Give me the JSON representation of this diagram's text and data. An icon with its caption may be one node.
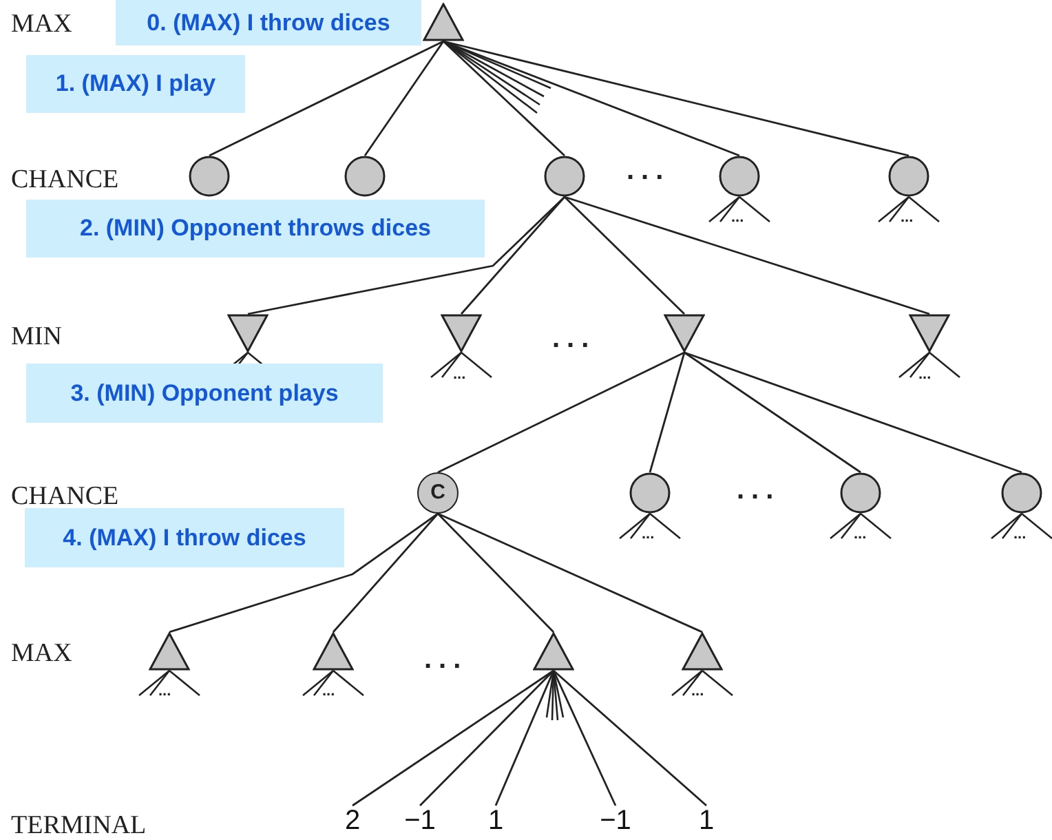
{
  "diagram": {
    "nodes": [
      {
        "text": [
          "0. (MAX) I throw dices"
        ]
      },
      {
        "text": [],
        "shape": "triangle"
      },
      {
        "text": [
          "1. (MAX) I play"
        ]
      },
      {
        "text": [],
        "shape": "circle"
      },
      {
        "text": [],
        "shape": "circle"
      },
      {
        "text": [],
        "shape": "circle"
      },
      {
        "text": [],
        "shape": "circle"
      },
      {
        "text": [],
        "shape": "circle"
      },
      {
        "text": [
          "2. (MIN) Opponent throws dices"
        ]
      },
      {
        "text": [],
        "shape": "inverted-triangle"
      },
      {
        "text": [],
        "shape": "inverted-triangle"
      },
      {
        "text": [],
        "shape": "inverted-triangle"
      },
      {
        "text": [],
        "shape": "inverted-triangle"
      },
      {
        "text": [
          "3. (MIN) Opponent plays"
        ]
      },
      {
        "text": [
          "C"
        ]
      },
      {
        "text": [],
        "shape": "circle"
      },
      {
        "text": [],
        "shape": "circle"
      },
      {
        "text": [],
        "shape": "circle"
      },
      {
        "text": [
          "4. (MAX) I throw dices"
        ]
      },
      {
        "text": [],
        "shape": "triangle"
      },
      {
        "text": [],
        "shape": "triangle"
      },
      {
        "text": [],
        "shape": "triangle"
      },
      {
        "text": [],
        "shape": "triangle"
      },
      {
        "text": [
          "2"
        ]
      },
      {
        "text": [
          "−1"
        ]
      },
      {
        "text": [
          "1"
        ]
      },
      {
        "text": [
          "−1"
        ]
      },
      {
        "text": [
          "1"
        ]
      }
    ],
    "edges": [
      {
        "from": 1,
        "to": 3,
        "arrow": "none"
      },
      {
        "from": 1,
        "to": 4,
        "arrow": "none"
      },
      {
        "from": 1,
        "to": 5,
        "arrow": "none"
      },
      {
        "from": 1,
        "to": 6,
        "arrow": "none"
      },
      {
        "from": 1,
        "to": 7,
        "arrow": "none"
      },
      {
        "from": 5,
        "to": 9,
        "arrow": "none"
      },
      {
        "from": 5,
        "to": 10,
        "arrow": "none"
      },
      {
        "from": 5,
        "to": 11,
        "arrow": "none"
      },
      {
        "from": 5,
        "to": 12,
        "arrow": "none"
      },
      {
        "from": 11,
        "to": 14,
        "arrow": "none"
      },
      {
        "from": 11,
        "to": 15,
        "arrow": "none"
      },
      {
        "from": 11,
        "to": 16,
        "arrow": "none"
      },
      {
        "from": 11,
        "to": 17,
        "arrow": "none"
      },
      {
        "from": 14,
        "to": 19,
        "arrow": "none"
      },
      {
        "from": 14,
        "to": 20,
        "arrow": "none"
      },
      {
        "from": 14,
        "to": 21,
        "arrow": "none"
      },
      {
        "from": 14,
        "to": 22,
        "arrow": "none"
      },
      {
        "from": 21,
        "to": 23,
        "arrow": "none"
      },
      {
        "from": 21,
        "to": 24,
        "arrow": "none"
      },
      {
        "from": 21,
        "to": 25,
        "arrow": "none"
      },
      {
        "from": 21,
        "to": 26,
        "arrow": "none"
      },
      {
        "from": 21,
        "to": 27,
        "arrow": "none"
      }
    ],
    "labels": [
      "MAX",
      "CHANCE",
      "...",
      "...",
      "...",
      "MIN",
      "...",
      "...",
      "...",
      "CHANCE",
      "...",
      "...",
      "...",
      "...",
      "MAX",
      "...",
      "...",
      "...",
      "...",
      "TERMINAL"
    ]
  }
}
